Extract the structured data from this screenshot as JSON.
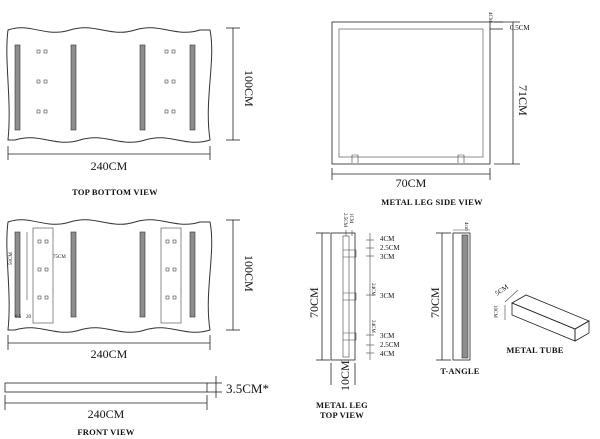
{
  "top_bottom_view": {
    "width_label": "240CM",
    "height_label": "100CM",
    "caption": "TOP BOTTOM VIEW"
  },
  "middle_view": {
    "width_label": "240CM",
    "height_label": "100CM",
    "inner_label_left": "50CM",
    "inner_label_top": "75CM",
    "inner_label_small_a": "6.5",
    "inner_label_small_b": "20"
  },
  "front_view": {
    "width_label": "240CM",
    "thickness_label": "3.5CM*",
    "caption": "FRONT  VIEW"
  },
  "metal_leg_side_view": {
    "width_label": "70CM",
    "height_label": "71CM",
    "top_label": "4CM",
    "side_label": "0.5CM",
    "caption": "METAL LEG SIDE VIEW"
  },
  "metal_leg_top_view": {
    "height_label": "70CM",
    "width_label": "10CM",
    "top_small_a": "2.5CM",
    "top_small_b": "1CM",
    "spacings": [
      "4CM",
      "2.5CM",
      "3CM",
      "24CM",
      "3CM",
      "24CM",
      "3CM",
      "2.5CM",
      "4CM"
    ],
    "caption_line1": "METAL LEG",
    "caption_line2": "TOP VIEW"
  },
  "t_angle": {
    "height_label": "70CM",
    "width_label": "4cm",
    "caption": "T-ANGLE"
  },
  "metal_tube": {
    "label_a": "5CM",
    "label_b": "10CM",
    "caption": "METAL TUBE"
  },
  "colors": {
    "slat": "#8d8d8d",
    "line": "#222222"
  }
}
